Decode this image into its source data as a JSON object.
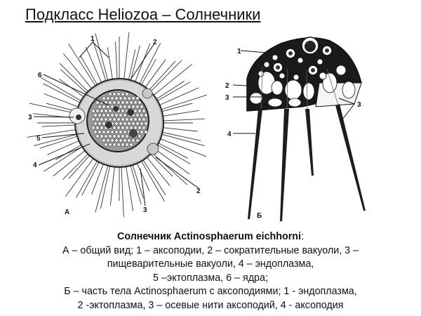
{
  "slide": {
    "title": "Подкласс Heliozoa – Солнечники"
  },
  "figure_a": {
    "letter": "А",
    "labels": [
      "1",
      "2",
      "6",
      "3",
      "5",
      "4",
      "2",
      "3"
    ]
  },
  "figure_b": {
    "letter": "Б",
    "labels": [
      "1",
      "2",
      "3",
      "3",
      "4"
    ]
  },
  "caption": {
    "heading": "Солнечник Actinosphaerum eichhorni",
    "heading_suffix": ":",
    "lines": [
      "А – общий вид; 1 – аксоподии, 2 – сократительные вакуоли, 3 –",
      "пищеварительные вакуоли, 4 – эндоплазма,",
      "5 –эктоплазма, 6 – ядра;",
      "Б – часть тела Actinosphaerum с аксоподиями; 1  - эндоплазма,",
      "2  -эктоплазма, 3 – осевые нити аксоподий, 4 - аксоподия"
    ]
  }
}
